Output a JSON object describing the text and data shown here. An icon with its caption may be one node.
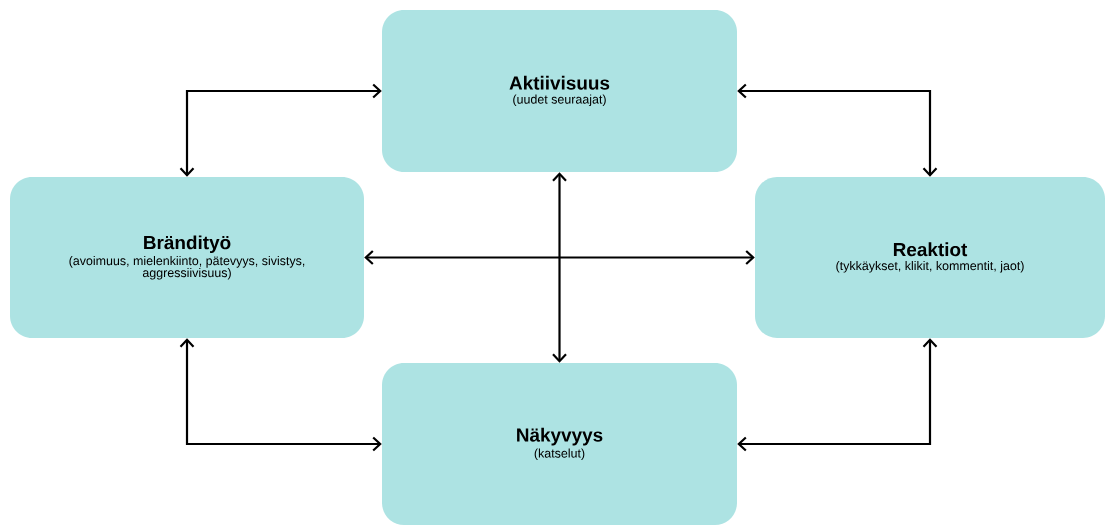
{
  "diagram": {
    "nodes": [
      {
        "text": [
          "Aktiivisuus",
          "(uudet seuraajat)"
        ]
      },
      {
        "text": [
          "Brändityö",
          "(avoimuus, mielenkiinto, pätevyys, sivistys, aggressiivisuus)"
        ]
      },
      {
        "text": [
          "Reaktiot",
          "(tykkäykset, klikit, kommentit, jaot)"
        ]
      },
      {
        "text": [
          "Näkyvyys",
          "(katselut)"
        ]
      }
    ],
    "edges": [
      {
        "from": 1,
        "to": 0,
        "arrow": "both"
      },
      {
        "from": 0,
        "to": 2,
        "arrow": "both"
      },
      {
        "from": 1,
        "to": 2,
        "arrow": "both"
      },
      {
        "from": 0,
        "to": 3,
        "arrow": "both"
      },
      {
        "from": 1,
        "to": 3,
        "arrow": "both"
      },
      {
        "from": 2,
        "to": 3,
        "arrow": "both"
      }
    ]
  }
}
